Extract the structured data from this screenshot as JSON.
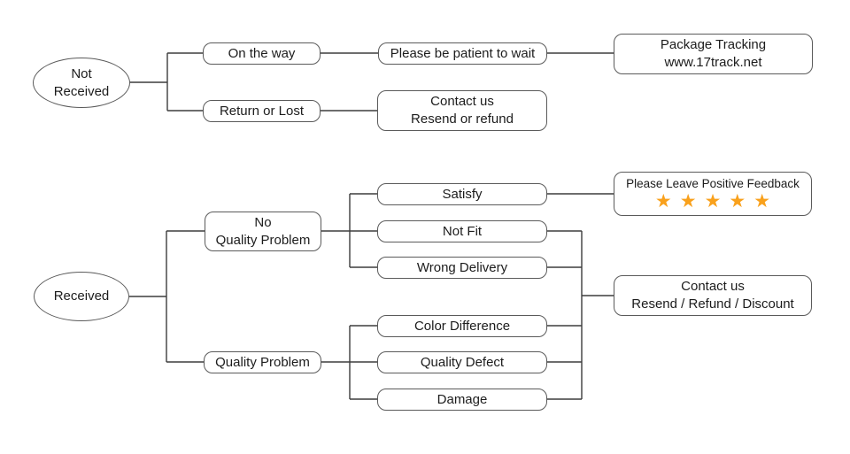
{
  "diagram_title": "Package received / not received customer service flowchart",
  "colors": {
    "star": "#F9A11C",
    "line": "#3d3d3d",
    "box_border": "#5a5a5a",
    "text": "#1c1c1c",
    "background": "#ffffff"
  },
  "nodes": {
    "not_received": {
      "line1": "Not",
      "line2": "Received"
    },
    "received": {
      "label": "Received"
    },
    "on_the_way": {
      "label": "On the way"
    },
    "return_or_lost": {
      "label": "Return or Lost"
    },
    "please_wait": {
      "label": "Please be patient to wait"
    },
    "package_tracking": {
      "line1": "Package Tracking",
      "line2": "www.17track.net"
    },
    "contact_top": {
      "line1": "Contact us",
      "line2": "Resend or refund"
    },
    "no_quality_problem": {
      "line1": "No",
      "line2": "Quality Problem"
    },
    "quality_problem": {
      "label": "Quality Problem"
    },
    "satisfy": {
      "label": "Satisfy"
    },
    "not_fit": {
      "label": "Not Fit"
    },
    "wrong_delivery": {
      "label": "Wrong Delivery"
    },
    "color_difference": {
      "label": "Color Difference"
    },
    "quality_defect": {
      "label": "Quality Defect"
    },
    "damage": {
      "label": "Damage"
    },
    "feedback": {
      "label": "Please Leave Positive Feedback",
      "stars": "★★★★★",
      "star_count": 5
    },
    "contact_bottom": {
      "line1": "Contact us",
      "line2": "Resend / Refund / Discount"
    }
  }
}
